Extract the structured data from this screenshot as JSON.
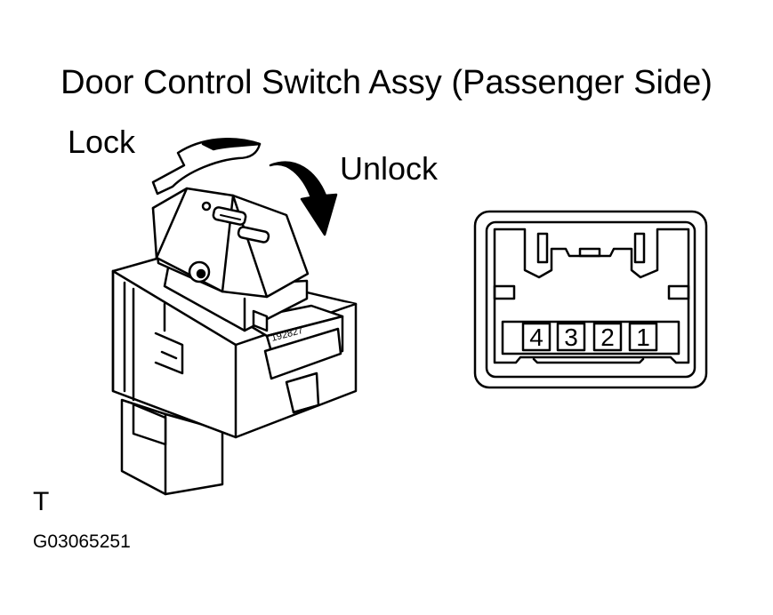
{
  "title": "Door Control Switch Assy (Passenger Side)",
  "labels": {
    "lock": "Lock",
    "unlock": "Unlock"
  },
  "connector": {
    "pins": [
      "4",
      "3",
      "2",
      "1"
    ]
  },
  "switch_part_number": "192827",
  "corner_mark": "T",
  "figure_code": "G03065251"
}
